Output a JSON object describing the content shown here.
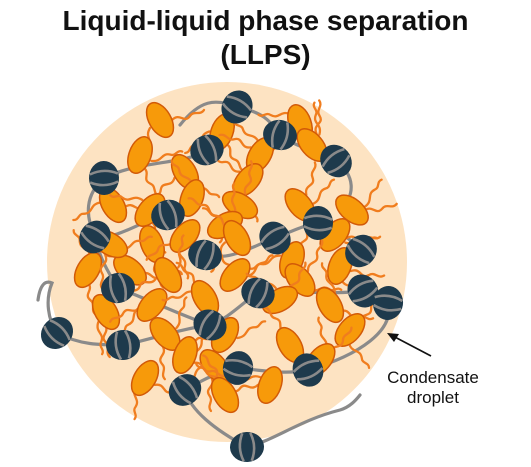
{
  "title": {
    "line1": "Liquid-liquid phase separation",
    "line2": "(LLPS)"
  },
  "callout": {
    "line1": "Condensate",
    "line2": "droplet"
  },
  "colors": {
    "droplet_fill": "#fde3c2",
    "nucleosome_body": "#1e3a4c",
    "dna_strand": "#8a8a8a",
    "protein_fill": "#f79a0a",
    "protein_outline": "#d25a08",
    "idr_tail": "#f07d1e"
  }
}
